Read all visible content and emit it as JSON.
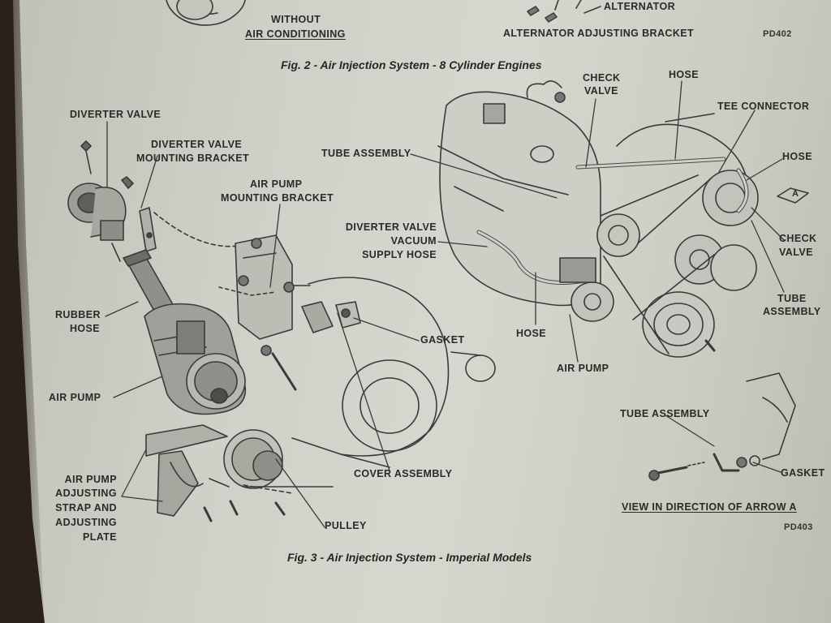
{
  "fig2": {
    "label_without_ac_1": "WITHOUT",
    "label_without_ac_2": "AIR CONDITIONING",
    "label_alternator": "ALTERNATOR",
    "label_alt_bracket": "ALTERNATOR ADJUSTING BRACKET",
    "code": "PD402",
    "caption": "Fig. 2 - Air Injection System - 8 Cylinder Engines"
  },
  "fig3": {
    "caption": "Fig. 3 - Air Injection System - Imperial Models",
    "code": "PD403",
    "labels": {
      "diverter_valve": "DIVERTER VALVE",
      "diverter_valve_bracket_1": "DIVERTER VALVE",
      "diverter_valve_bracket_2": "MOUNTING BRACKET",
      "air_pump_bracket_1": "AIR PUMP",
      "air_pump_bracket_2": "MOUNTING BRACKET",
      "rubber_hose_1": "RUBBER",
      "rubber_hose_2": "HOSE",
      "air_pump_left": "AIR PUMP",
      "adjusting_1": "AIR PUMP",
      "adjusting_2": "ADJUSTING",
      "adjusting_3": "STRAP AND",
      "adjusting_4": "ADJUSTING",
      "adjusting_5": "PLATE",
      "pulley": "PULLEY",
      "cover_assembly": "COVER ASSEMBLY",
      "gasket_mid": "GASKET",
      "tube_assembly_top": "TUBE ASSEMBLY",
      "check_valve_top_1": "CHECK",
      "check_valve_top_2": "VALVE",
      "hose_top": "HOSE",
      "tee_connector": "TEE CONNECTOR",
      "hose_right": "HOSE",
      "arrow_a": "A",
      "check_valve_right_1": "CHECK",
      "check_valve_right_2": "VALVE",
      "tube_assembly_right_1": "TUBE",
      "tube_assembly_right_2": "ASSEMBLY",
      "diverter_vacuum_1": "DIVERTER VALVE",
      "diverter_vacuum_2": "VACUUM",
      "diverter_vacuum_3": "SUPPLY HOSE",
      "hose_bottom": "HOSE",
      "air_pump_right": "AIR PUMP",
      "tube_assembly_inset": "TUBE ASSEMBLY",
      "gasket_inset": "GASKET",
      "view_arrow": "VIEW IN DIRECTION OF ARROW A"
    }
  }
}
